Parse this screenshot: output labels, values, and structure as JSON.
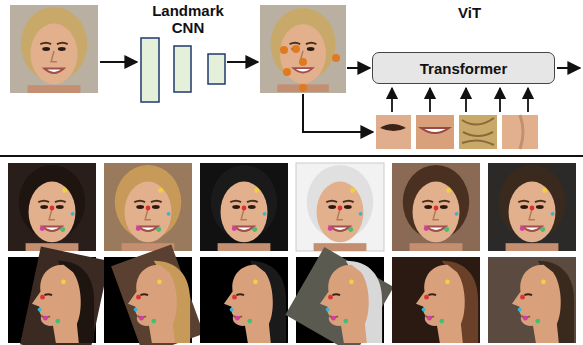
{
  "diagram": {
    "nodes": [
      {
        "text": [
          "Landmark CNN"
        ]
      },
      {
        "text": [
          "Transformer"
        ]
      }
    ],
    "labels": [
      "ViT"
    ]
  }
}
